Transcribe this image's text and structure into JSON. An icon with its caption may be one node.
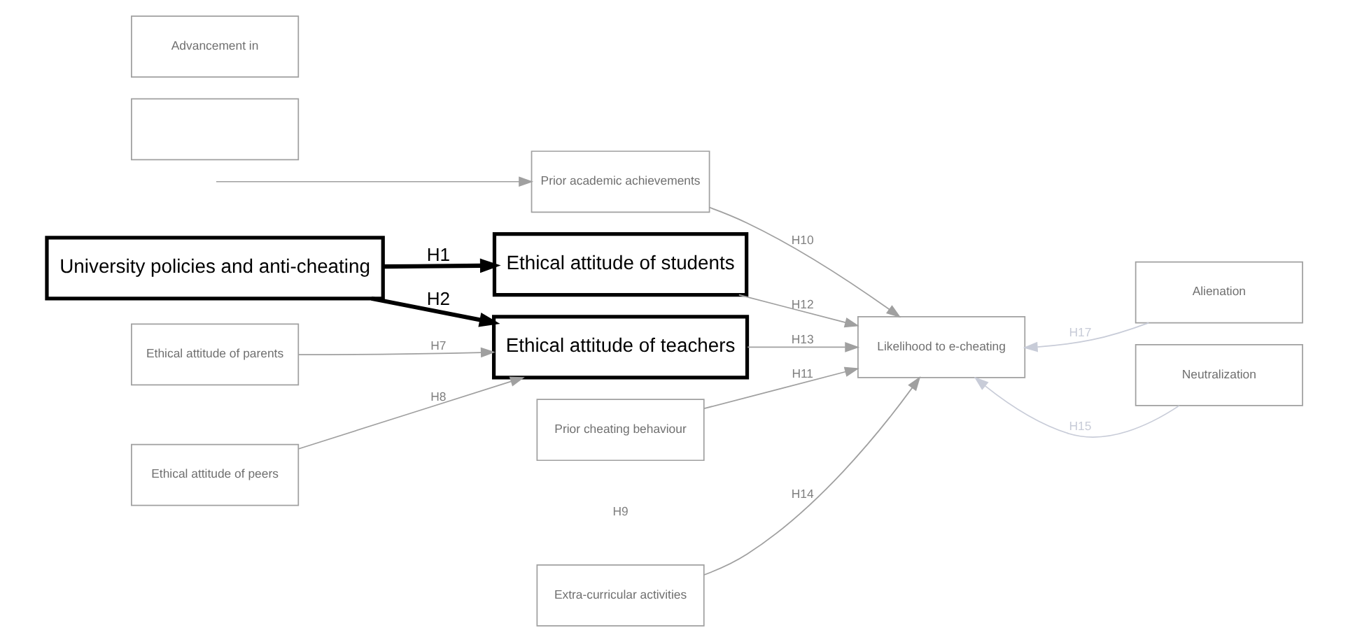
{
  "diagram": {
    "nodes": [
      {
        "text": [
          "University policies and anti-cheating"
        ]
      },
      {
        "text": [
          "Prior academic achievements"
        ]
      },
      {
        "text": [
          "Prior cheating behaviour"
        ]
      },
      {
        "text": [],
        "shape": "box"
      },
      {
        "text": [
          "Advancement in"
        ]
      },
      {
        "text": [
          "Ethical attitude of parents"
        ]
      },
      {
        "text": [
          "Ethical attitude of peers"
        ]
      },
      {
        "text": [
          "Ethical attitude of students"
        ]
      },
      {
        "text": [
          "Ethical attitude of teachers"
        ]
      },
      {
        "text": [
          "Extra-curricular activities"
        ]
      },
      {
        "text": [
          "Likelihood to e-cheating"
        ]
      },
      {
        "text": [
          "Alienation"
        ]
      },
      {
        "text": [
          "Neutralization"
        ]
      }
    ],
    "edges": [
      {
        "from": 0,
        "to": 7,
        "arrow": "to",
        "label": "H1",
        "style": "thick",
        "color": "#000000"
      },
      {
        "from": 0,
        "to": 8,
        "arrow": "to",
        "label": "H2",
        "style": "thick",
        "color": "#000000"
      },
      {
        "from": null,
        "to": 1,
        "arrow": "to"
      },
      {
        "from": 5,
        "to": 8,
        "arrow": "to",
        "label": "H7"
      },
      {
        "from": 6,
        "to": 8,
        "arrow": "to",
        "label": "H8"
      },
      {
        "from": 1,
        "to": 10,
        "arrow": "to",
        "label": "H10"
      },
      {
        "from": 2,
        "to": 10,
        "arrow": "to",
        "label": "H11"
      },
      {
        "from": 7,
        "to": 10,
        "arrow": "to",
        "label": "H12"
      },
      {
        "from": 8,
        "to": 10,
        "arrow": "to",
        "label": "H13"
      },
      {
        "from": 9,
        "to": 10,
        "arrow": "to",
        "label": "H14"
      },
      {
        "from": 11,
        "to": 10,
        "arrow": "to",
        "label": "H17",
        "color": "#c8ccd8"
      },
      {
        "from": 12,
        "to": 10,
        "arrow": "to",
        "label": "H15",
        "color": "#c8ccd8"
      }
    ],
    "labels": [
      "H9"
    ]
  }
}
